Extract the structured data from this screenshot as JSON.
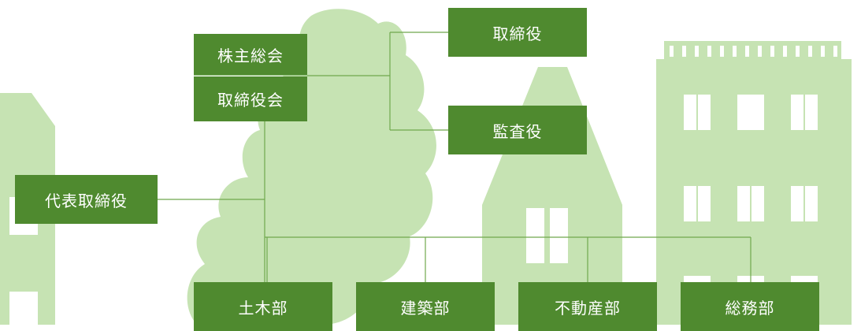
{
  "chart": {
    "shareholders_meeting": "株主総会",
    "board_of_directors": "取締役会",
    "director": "取締役",
    "auditor": "監査役",
    "representative_director": "代表取締役",
    "departments": [
      "土木部",
      "建築部",
      "不動産部",
      "総務部"
    ]
  },
  "colors": {
    "box": "#4f8a2f",
    "line": "#6fa84d",
    "background_art": "#b9dca3"
  }
}
